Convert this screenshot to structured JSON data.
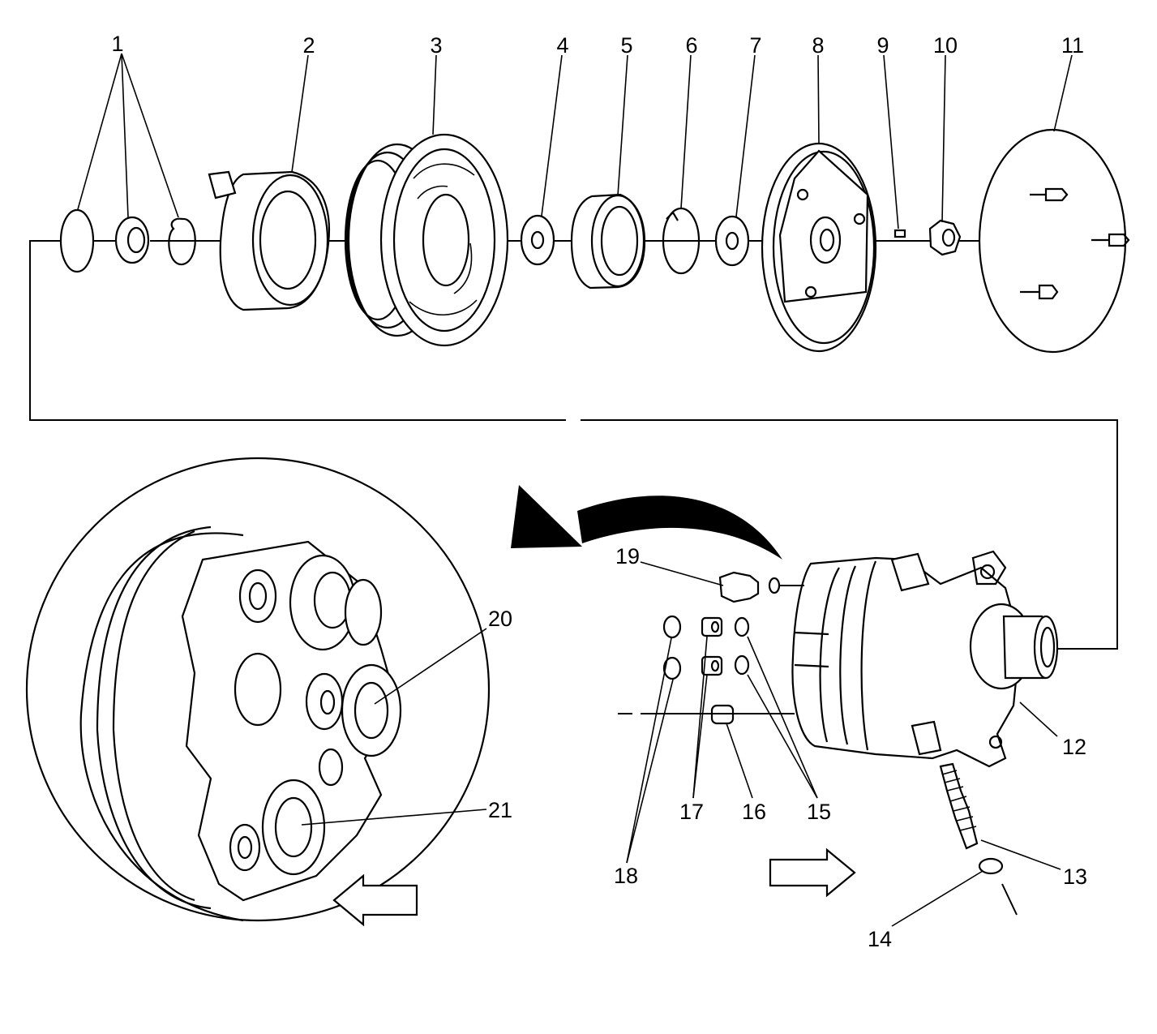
{
  "diagram": {
    "callouts": [
      {
        "id": "c1",
        "text": "1"
      },
      {
        "id": "c2",
        "text": "2"
      },
      {
        "id": "c3",
        "text": "3"
      },
      {
        "id": "c4",
        "text": "4"
      },
      {
        "id": "c5",
        "text": "5"
      },
      {
        "id": "c6",
        "text": "6"
      },
      {
        "id": "c7",
        "text": "7"
      },
      {
        "id": "c8",
        "text": "8"
      },
      {
        "id": "c9",
        "text": "9"
      },
      {
        "id": "c10",
        "text": "10"
      },
      {
        "id": "c11",
        "text": "11"
      },
      {
        "id": "c12",
        "text": "12"
      },
      {
        "id": "c13",
        "text": "13"
      },
      {
        "id": "c14",
        "text": "14"
      },
      {
        "id": "c15",
        "text": "15"
      },
      {
        "id": "c16",
        "text": "16"
      },
      {
        "id": "c17",
        "text": "17"
      },
      {
        "id": "c18",
        "text": "18"
      },
      {
        "id": "c19",
        "text": "19"
      },
      {
        "id": "c20",
        "text": "20"
      },
      {
        "id": "c21",
        "text": "21"
      }
    ]
  }
}
